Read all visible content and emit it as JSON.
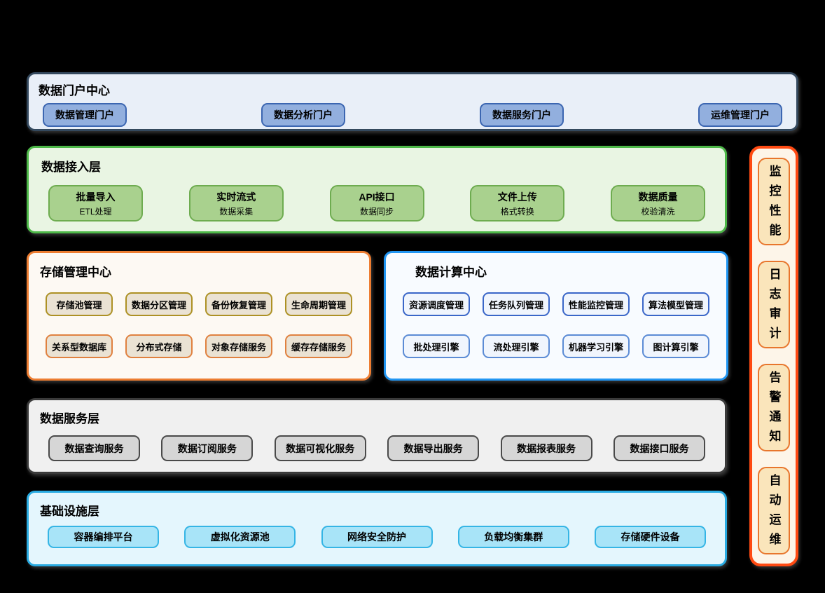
{
  "portal": {
    "title": "数据门户中心",
    "buttons": [
      "数据管理门户",
      "数据分析门户",
      "数据服务门户",
      "运维管理门户"
    ]
  },
  "ingest": {
    "title": "数据接入层",
    "cards": [
      {
        "title": "批量导入",
        "subtitle": "ETL处理"
      },
      {
        "title": "实时流式",
        "subtitle": "数据采集"
      },
      {
        "title": "API接口",
        "subtitle": "数据同步"
      },
      {
        "title": "文件上传",
        "subtitle": "格式转换"
      },
      {
        "title": "数据质量",
        "subtitle": "校验清洗"
      }
    ]
  },
  "storage": {
    "title": "存储管理中心",
    "row1": [
      "存储池管理",
      "数据分区管理",
      "备份恢复管理",
      "生命周期管理"
    ],
    "row2": [
      "关系型数据库",
      "分布式存储",
      "对象存储服务",
      "缓存存储服务"
    ]
  },
  "compute": {
    "title": "数据计算中心",
    "row1": [
      "资源调度管理",
      "任务队列管理",
      "性能监控管理",
      "算法模型管理"
    ],
    "row2": [
      "批处理引擎",
      "流处理引擎",
      "机器学习引擎",
      "图计算引擎"
    ]
  },
  "service": {
    "title": "数据服务层",
    "buttons": [
      "数据查询服务",
      "数据订阅服务",
      "数据可视化服务",
      "数据导出服务",
      "数据报表服务",
      "数据接口服务"
    ]
  },
  "infra": {
    "title": "基础设施层",
    "buttons": [
      "容器编排平台",
      "虚拟化资源池",
      "网络安全防护",
      "负载均衡集群",
      "存储硬件设备"
    ]
  },
  "sidebar": {
    "items": [
      "监控性能",
      "日志审计",
      "告警通知",
      "自动运维"
    ]
  },
  "colors": {
    "page_bg": "#000000",
    "portal_border": "#34495E",
    "portal_bg": "#E9EFF8",
    "portal_btn_fill": "#92AFDE",
    "portal_btn_border": "#3C66B1",
    "ingest_border": "#4DB848",
    "ingest_bg": "#E9F5E3",
    "ingest_card_fill": "#A9D18E",
    "ingest_card_border": "#6EAC50",
    "storage_border": "#ED7D31",
    "storage_bg": "#FDF9F3",
    "storage_card_fill": "#EAE2D3",
    "storage_row1_border": "#AD9124",
    "storage_row2_border": "#E0813F",
    "compute_border": "#2196F3",
    "compute_bg": "#F8FBFF",
    "compute_card_fill": "#F0F5FD",
    "compute_row1_border": "#3A66C8",
    "compute_row2_border": "#5B8BD5",
    "service_border": "#3A3A3A",
    "service_bg": "#F0F0F0",
    "service_btn_fill": "#D6D6D6",
    "service_btn_border": "#4A4A4A",
    "infra_border": "#29ABE2",
    "infra_bg": "#E4F6FD",
    "infra_btn_fill": "#A8E4F8",
    "infra_btn_border": "#35B5E5",
    "sidebar_border": "#FF4A12",
    "sidebar_bg": "#FDF5E9",
    "sidebar_item_fill": "#FAE5BB",
    "sidebar_item_border": "#E8762D"
  }
}
